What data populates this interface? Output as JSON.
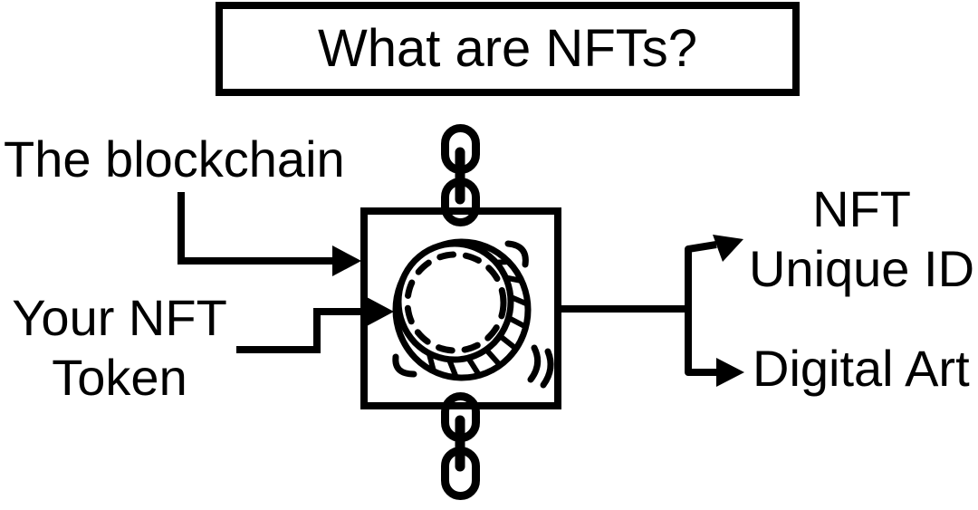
{
  "title": "What are NFTs?",
  "colors": {
    "ink": "#000000",
    "background": "#ffffff"
  },
  "diagram": {
    "inputs": [
      {
        "label": "The blockchain"
      },
      {
        "line1": "Your NFT",
        "line2": "Token"
      }
    ],
    "center": {
      "icon": "coin-icon",
      "top_decoration": "chain-link-icon",
      "bottom_decoration": "chain-link-icon"
    },
    "outputs": [
      {
        "line1": "NFT",
        "line2": "Unique ID"
      },
      {
        "label": "Digital Art"
      }
    ]
  }
}
